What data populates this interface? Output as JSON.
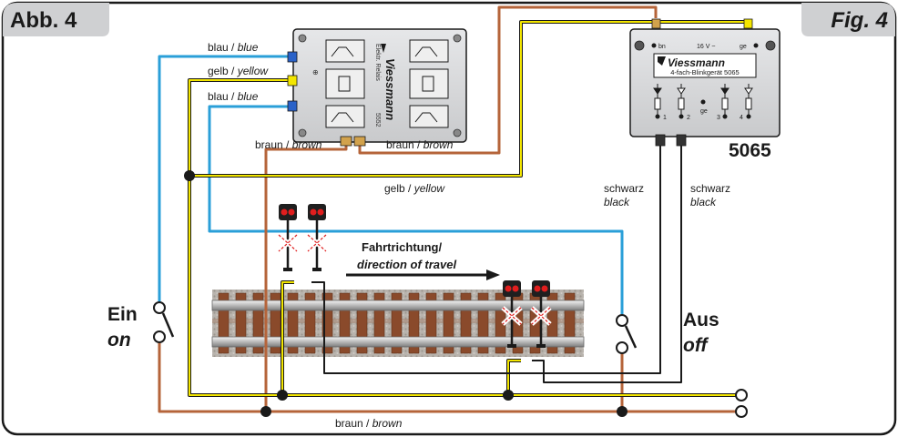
{
  "corner_labels": {
    "left": "Abb. 4",
    "right": "Fig. 4"
  },
  "relay": {
    "brand": "Viessmann",
    "name": "Elektr. Relais",
    "number": "5552"
  },
  "blinker": {
    "brand": "Viessmann",
    "name": "4-fach-Blinkgerät 5065",
    "voltage": "16 V ~",
    "terminal_bn": "bn",
    "terminal_ge": "ge",
    "terminal_ge2": "ge",
    "outputs": [
      "1",
      "2",
      "3",
      "4"
    ],
    "model": "5065"
  },
  "wire_labels": {
    "blue_1": "blau / ",
    "blue_1_en": "blue",
    "yellow_1": "gelb / ",
    "yellow_1_en": "yellow",
    "blue_2": "blau / ",
    "blue_2_en": "blue",
    "brown_left": "braun / ",
    "brown_left_en": "brown",
    "brown_right": "braun / ",
    "brown_right_en": "brown",
    "yellow_mid": "gelb / ",
    "yellow_mid_en": "yellow",
    "black_1": "schwarz",
    "black_1_en": "black",
    "black_2": "schwarz",
    "black_2_en": "black",
    "brown_bottom": "braun / ",
    "brown_bottom_en": "brown"
  },
  "switches": {
    "on_de": "Ein",
    "on_en": "on",
    "off_de": "Aus",
    "off_en": "off"
  },
  "direction": {
    "de": "Fahrtrichtung/",
    "en": "direction of travel"
  },
  "colors": {
    "blue": "#2a9fd8",
    "yellow": "#f3e600",
    "brown": "#b5643a",
    "black": "#1a1a1a",
    "module": "#d9dadc"
  }
}
